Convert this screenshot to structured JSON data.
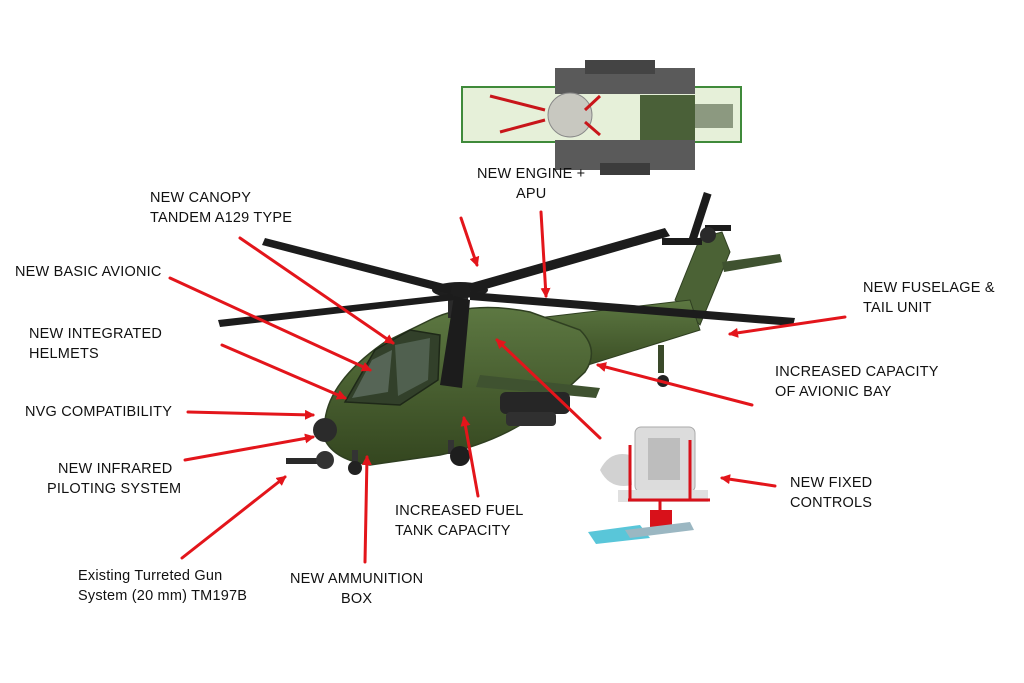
{
  "colors": {
    "arrow": "#e3151b",
    "fuselage": "#4b6235",
    "fuselage_dark": "#2f3f21",
    "rotor": "#1c1c1c",
    "engine_panel": "#e6f0d9",
    "engine_border": "#3f8a3a",
    "controls_red": "#d8111a",
    "text": "#111111"
  },
  "labels": {
    "engine": [
      "NEW ENGINE +",
      "APU"
    ],
    "canopy": [
      "NEW CANOPY",
      "TANDEM A129 TYPE"
    ],
    "basic_avionic": [
      "NEW BASIC AVIONIC"
    ],
    "helmets": [
      "NEW INTEGRATED",
      "HELMETS"
    ],
    "nvg": [
      "NVG COMPATIBILITY"
    ],
    "infrared": [
      "NEW INFRARED",
      "PILOTING SYSTEM"
    ],
    "gun": [
      "Existing Turreted Gun",
      "System (20 mm) TM197B"
    ],
    "ammo": [
      "NEW AMMUNITION",
      "BOX"
    ],
    "fuel": [
      "INCREASED FUEL",
      "TANK CAPACITY"
    ],
    "fuselage": [
      "NEW FUSELAGE &",
      "TAIL UNIT"
    ],
    "avionic_bay": [
      "INCREASED CAPACITY",
      "OF AVIONIC BAY"
    ],
    "fixed_controls": [
      "NEW FIXED",
      "CONTROLS"
    ]
  },
  "figures": {
    "helicopter": "attack-helicopter",
    "engine_cutaway": "engine-apu-cutaway",
    "controls_detail": "fixed-controls-detail"
  }
}
